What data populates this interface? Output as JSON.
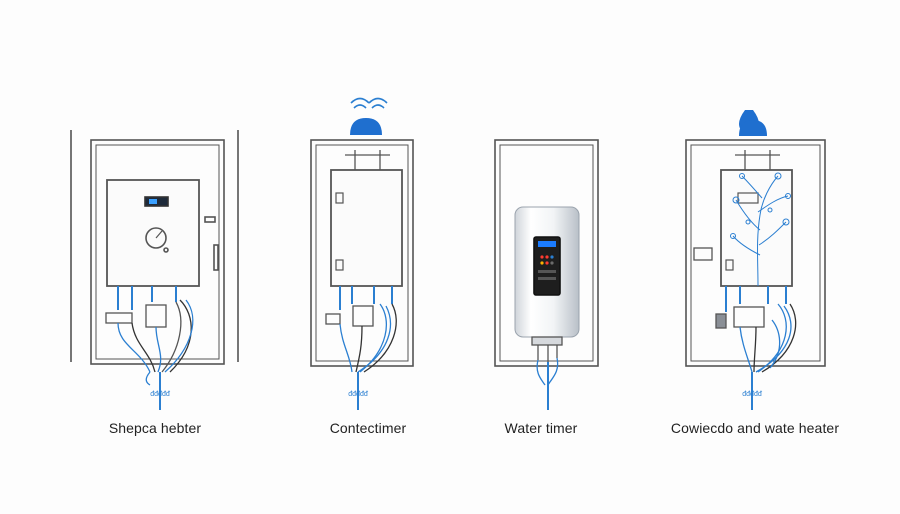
{
  "panels": [
    {
      "id": "p1",
      "label": "Shepca hebter",
      "pipe_tag": "ᵭᵭᵭᵭᵭ"
    },
    {
      "id": "p2",
      "label": "Contectimer",
      "pipe_tag": "ᵭᵭᵭᵭᵭ"
    },
    {
      "id": "p3",
      "label": "Water timer",
      "pipe_tag": ""
    },
    {
      "id": "p4",
      "label": "Cowiecdo and wate heater",
      "pipe_tag": "ᵭᵭᵭᵭᵭ"
    }
  ],
  "icons": {
    "panel1": [
      "cabinet-icon",
      "digital-display-icon",
      "pressure-gauge-icon",
      "valve-icon",
      "wire-bundle-icon"
    ],
    "panel2": [
      "cabinet-icon",
      "wifi-signal-icon",
      "dome-sensor-icon",
      "wire-bundle-icon"
    ],
    "panel3": [
      "cylinder-heater-icon",
      "control-panel-icon"
    ],
    "panel4": [
      "cabinet-icon",
      "water-drop-icon",
      "tree-illustration-icon",
      "wire-bundle-icon"
    ]
  },
  "colors": {
    "line": "#555555",
    "accent_blue": "#2b7fd1",
    "dome_blue": "#1f6fcf",
    "display_bg": "#1e2a3a"
  }
}
